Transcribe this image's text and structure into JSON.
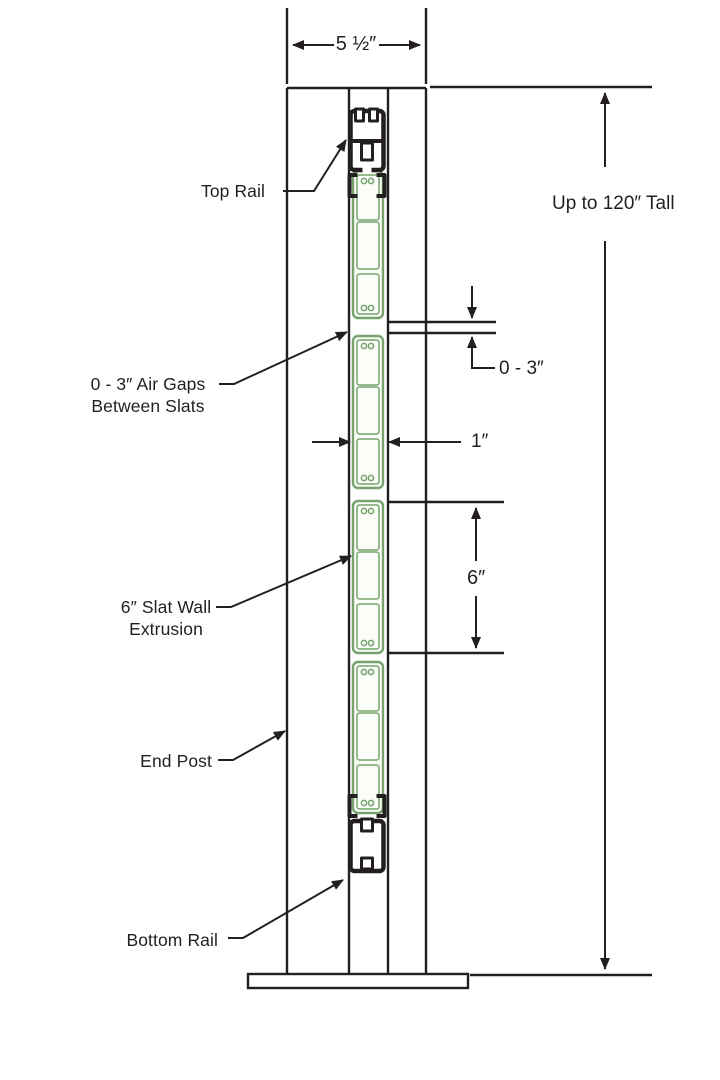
{
  "diagram": {
    "type": "slat-wall-end-post-cross-section",
    "labels": {
      "top_rail": "Top Rail",
      "air_gaps": [
        "0 - 3″ Air Gaps",
        "Between Slats"
      ],
      "slat_extrusion": [
        "6″ Slat Wall",
        "Extrusion"
      ],
      "end_post": "End Post",
      "bottom_rail": "Bottom Rail"
    },
    "dimensions": {
      "overall_width": "5 ½″",
      "overall_height": "Up to 120″ Tall",
      "air_gap": "0 - 3″",
      "slat_thickness": "1″",
      "slat_height": "6″"
    },
    "slat_count": 4,
    "colors": {
      "line": "#231f20",
      "slat_outline": "#76a36c",
      "slat_fill": "#fbfdf8",
      "background": "#ffffff"
    }
  }
}
